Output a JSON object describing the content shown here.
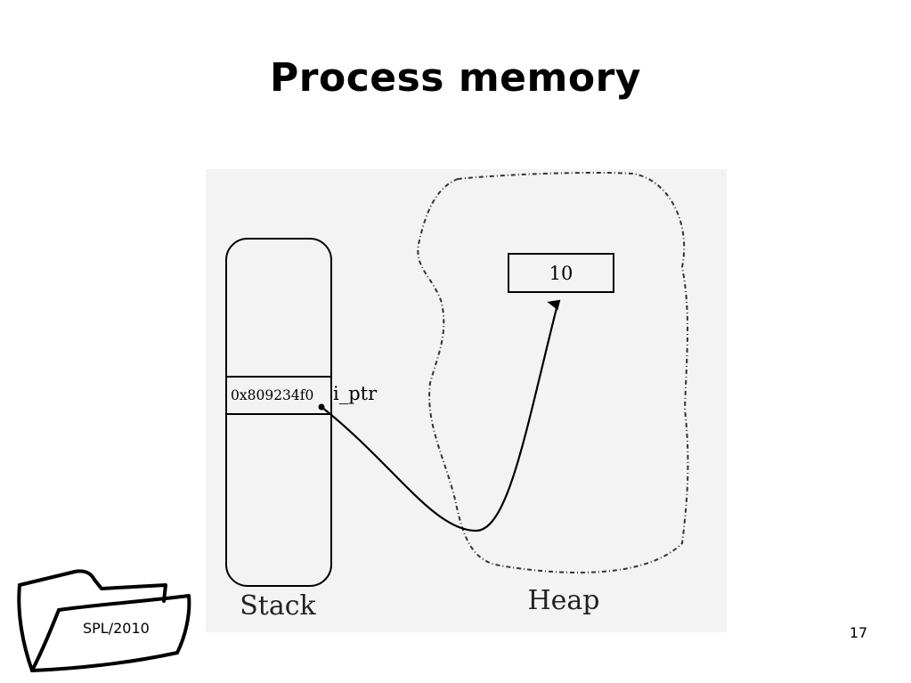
{
  "slide": {
    "title": "Process memory",
    "footer_label": "SPL/2010",
    "page_number": "17"
  },
  "diagram": {
    "stack_label": "Stack",
    "heap_label": "Heap",
    "stack_cell_value": "0x809234f0",
    "pointer_name": "i_ptr",
    "heap_value": "10"
  }
}
